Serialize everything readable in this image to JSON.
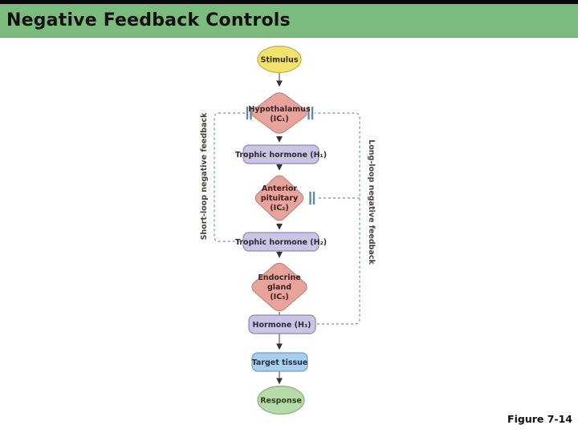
{
  "slide": {
    "title": "Negative Feedback Controls",
    "figure_caption": "Figure 7-14"
  },
  "diagram": {
    "nodes": {
      "stimulus": {
        "label": "Stimulus"
      },
      "hypothalamus": {
        "line1": "Hypothalamus",
        "line2": "(IC₁)"
      },
      "trophic_hormone_h1": {
        "label": "Trophic hormone (H₁)"
      },
      "anterior_pituitary": {
        "line1": "Anterior",
        "line2": "pituitary",
        "line3": "(IC₂)"
      },
      "trophic_hormone_h2": {
        "label": "Trophic hormone (H₂)"
      },
      "endocrine_gland": {
        "line1": "Endocrine",
        "line2": "gland",
        "line3": "(IC₃)"
      },
      "hormone_h3": {
        "label": "Hormone (H₃)"
      },
      "target_tissue": {
        "label": "Target tissue"
      },
      "response": {
        "label": "Response"
      }
    },
    "feedback_labels": {
      "short_loop": "Short-loop negative feedback",
      "long_loop": "Long-loop negative feedback"
    },
    "colors": {
      "title_band": "#7cbb7e",
      "top_strip": "#070707",
      "stimulus_fill": "#f2e26b",
      "stimulus_stroke": "#c0b14e",
      "diamond_fill": "#e8a39c",
      "diamond_stroke": "#bc7d74",
      "hormone_box_fill": "#c9c5e3",
      "hormone_box_stroke": "#8d87b8",
      "target_fill": "#a9cfee",
      "target_stroke": "#6fa0c8",
      "response_fill": "#b7daa9",
      "response_stroke": "#8aae7d",
      "dashed_line": "#6b92a4",
      "connector": "#6a6a6a"
    }
  }
}
